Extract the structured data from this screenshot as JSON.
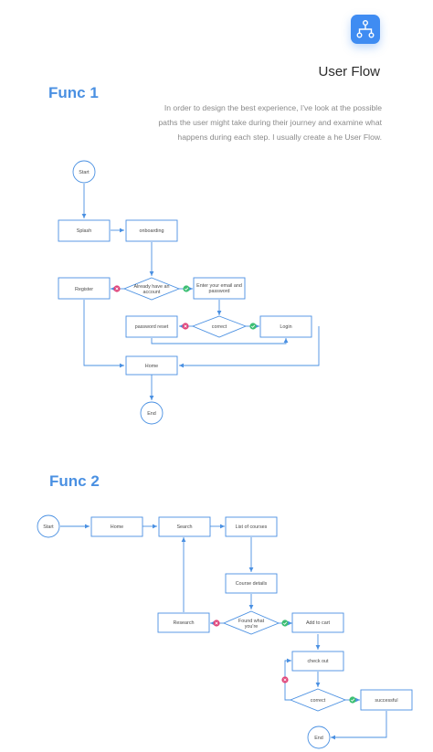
{
  "header": {
    "title": "User Flow",
    "icon": "sitemap-icon",
    "accent": "#3f8cf2"
  },
  "intro": {
    "text": "In order to design the best experience, I've look at the possible paths the user might take during their journey and examine  what happens during each step. I usually create a he User Flow."
  },
  "func1": {
    "heading": "Func 1",
    "nodes": {
      "start": "Start",
      "splash": "Splash",
      "onboarding": "onboarding",
      "register": "Register",
      "already_have_account": [
        "Already have an",
        "account"
      ],
      "enter_email_password": [
        "Enter your email and",
        "password"
      ],
      "password_reset": "password reset",
      "correct": "correct",
      "login": "Login",
      "home": "Home",
      "end": "End"
    }
  },
  "func2": {
    "heading": "Func 2",
    "nodes": {
      "start": "Start",
      "home": "Home",
      "search": "Search",
      "list_of_courses": "List of courses",
      "course_details": "Course details",
      "research": "Research",
      "found_what_youre": [
        "Found what",
        "you're"
      ],
      "add_to_cart": "Add to cart",
      "check_out": "check out",
      "correct": "correct",
      "successful": "successful",
      "end": "End"
    }
  },
  "colors": {
    "line": "#4a90e2",
    "yes": "#3dbf73",
    "no": "#e0457a",
    "heading": "#4a90e2"
  }
}
